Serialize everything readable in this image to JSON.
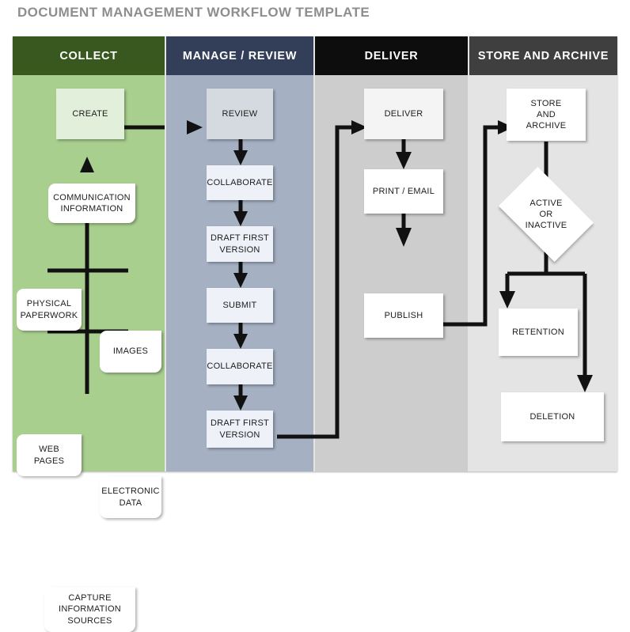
{
  "page": {
    "title": "DOCUMENT MANAGEMENT WORKFLOW TEMPLATE",
    "title_color": "#8e8e90",
    "canvas_background": "#ffffff"
  },
  "columns": [
    {
      "key": "collect",
      "header": "COLLECT",
      "header_color": "#38581f",
      "body_color": "#a9cf8f"
    },
    {
      "key": "manage",
      "header": "MANAGE / REVIEW",
      "header_color": "#333f59",
      "body_color": "#a5b0c3"
    },
    {
      "key": "deliver",
      "header": "DELIVER",
      "header_color": "#0d0d0d",
      "body_color": "#cdcdcd"
    },
    {
      "key": "store",
      "header": "STORE AND ARCHIVE",
      "header_color": "#3f3f3f",
      "body_color": "#e4e4e4"
    }
  ],
  "nodes": {
    "collect": {
      "create": "CREATE",
      "communication_information": "COMMUNICATION\nINFORMATION",
      "physical_paperwork": "PHYSICAL\nPAPERWORK",
      "images": "IMAGES",
      "web_pages": "WEB\nPAGES",
      "electronic_data": "ELECTRONIC\nDATA",
      "capture_information_sources": "CAPTURE\nINFORMATION\nSOURCES"
    },
    "manage": {
      "review": "REVIEW",
      "collaborate_1": "COLLABORATE",
      "draft_first_version_1": "DRAFT FIRST\nVERSION",
      "submit": "SUBMIT",
      "collaborate_2": "COLLABORATE",
      "draft_first_version_2": "DRAFT FIRST\nVERSION"
    },
    "deliver": {
      "deliver": "DELIVER",
      "print_email": "PRINT / EMAIL",
      "publish": "PUBLISH"
    },
    "store": {
      "store_and_archive": "STORE\nAND\nARCHIVE",
      "active_or_inactive": "ACTIVE\nOR\nINACTIVE",
      "retention": "RETENTION",
      "deletion": "DELETION"
    }
  }
}
